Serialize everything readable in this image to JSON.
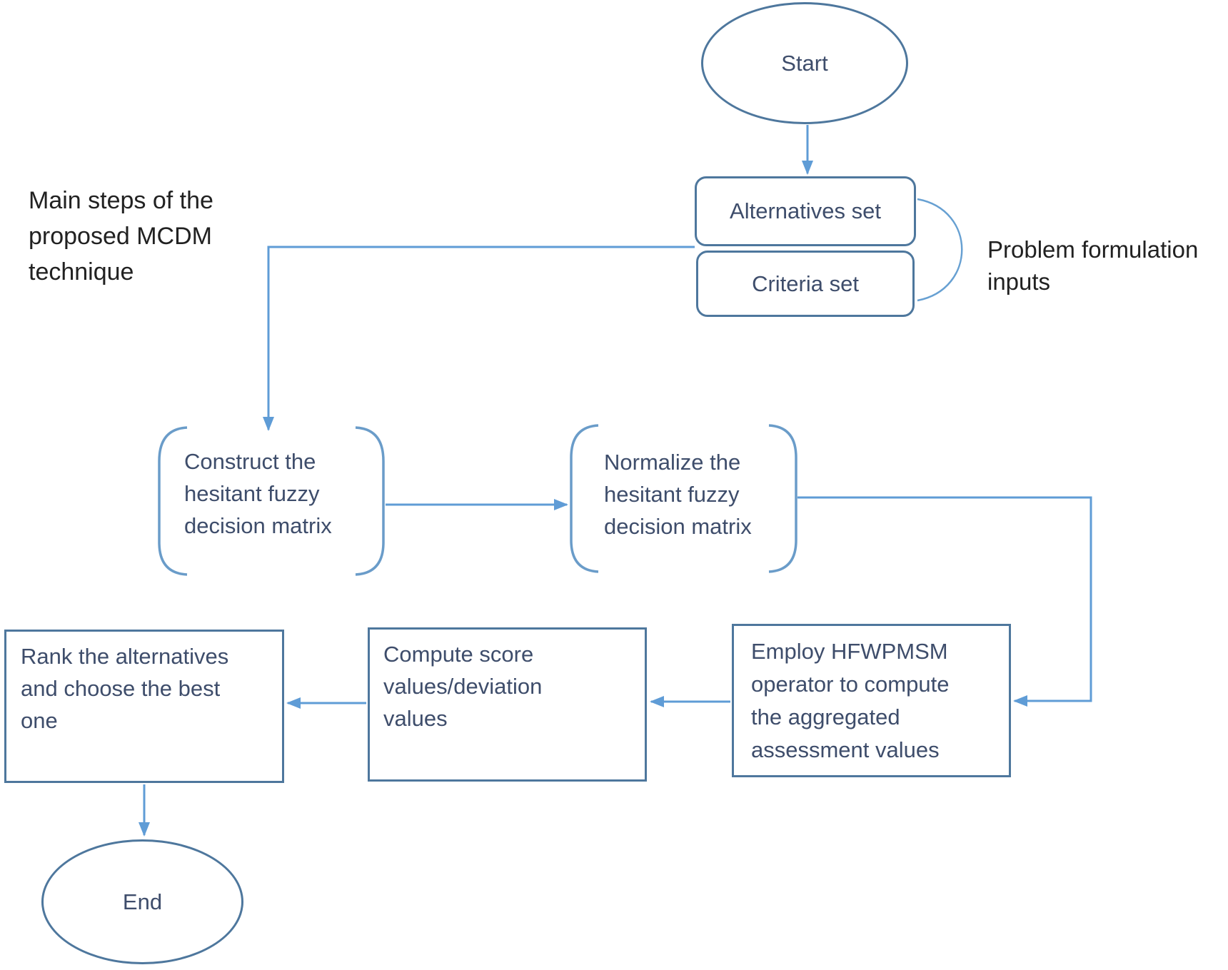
{
  "diagram_title_lines": [
    "Main steps of the",
    "proposed MCDM",
    "technique"
  ],
  "brace_label_lines": [
    "Problem formulation",
    "inputs"
  ],
  "nodes": {
    "start": {
      "label": "Start"
    },
    "alternatives_set": {
      "label": "Alternatives set"
    },
    "criteria_set": {
      "label": "Criteria set"
    },
    "construct_matrix": {
      "lines": [
        "Construct the",
        "hesitant fuzzy",
        "decision matrix"
      ]
    },
    "normalize_matrix": {
      "lines": [
        "Normalize the",
        "hesitant fuzzy",
        "decision matrix"
      ]
    },
    "employ_operator": {
      "lines": [
        "Employ HFWPMSM",
        "operator to compute",
        "the aggregated",
        "assessment values"
      ]
    },
    "compute_scores": {
      "lines": [
        "Compute score",
        "values/deviation",
        "values"
      ]
    },
    "rank_alternatives": {
      "lines": [
        "Rank the alternatives",
        "and choose the best",
        "one"
      ]
    },
    "end": {
      "label": "End"
    }
  },
  "colors": {
    "shape_outline": "#4e779d",
    "bracket_outline": "#6a9cc9",
    "connector": "#5f9cd6",
    "node_text": "#3e4d6b",
    "annotation_text": "#212121",
    "background": "#ffffff"
  }
}
